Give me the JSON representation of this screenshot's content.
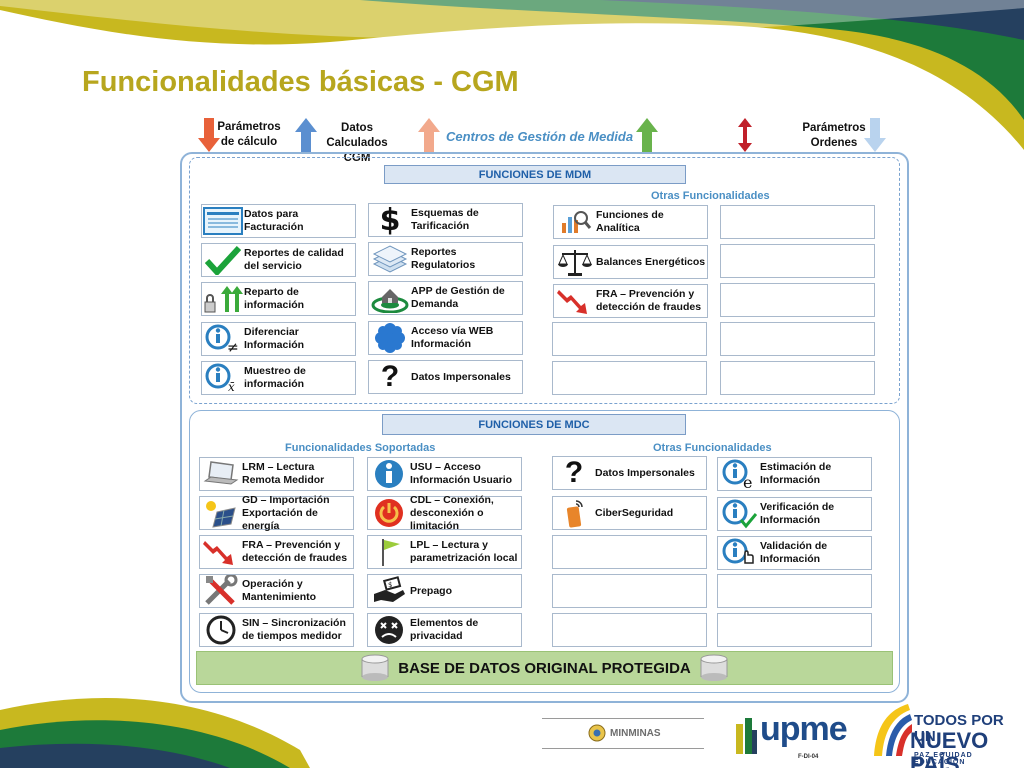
{
  "title": "Funcionalidades básicas - CGM",
  "arrows": {
    "param_calculo": "Parámetros de cálculo",
    "datos_calc": "Datos Calculados CGM",
    "centros": "Centros de Gestión de Medida",
    "param_ordenes": "Parámetros Ordenes"
  },
  "mdm": {
    "header": "FUNCIONES DE MDM",
    "otras": "Otras Funcionalidades",
    "col1": [
      {
        "label": "Datos para Facturación",
        "icon": "invoice-icon"
      },
      {
        "label": "Reportes de calidad del servicio",
        "icon": "checkmark-icon"
      },
      {
        "label": "Reparto de información",
        "icon": "lock-arrows-icon"
      },
      {
        "label": "Diferenciar Información",
        "icon": "info-not-equal-icon"
      },
      {
        "label": "Muestreo de información",
        "icon": "info-sample-icon"
      }
    ],
    "col2": [
      {
        "label": "Esquemas de Tarificación",
        "icon": "dollar-icon"
      },
      {
        "label": "Reportes Regulatorios",
        "icon": "stack-icon"
      },
      {
        "label": "APP de Gestión de Demanda",
        "icon": "house-target-icon"
      },
      {
        "label": "Acceso vía WEB Información",
        "icon": "cloud-icon"
      },
      {
        "label": "Datos Impersonales",
        "icon": "question-icon"
      }
    ],
    "col3": [
      {
        "label": "Funciones de Analítica",
        "icon": "analytics-icon"
      },
      {
        "label": "Balances Energéticos",
        "icon": "scale-icon"
      },
      {
        "label": "FRA – Prevención y detección de fraudes",
        "icon": "down-trend-icon"
      }
    ]
  },
  "mdc": {
    "header": "FUNCIONES DE MDC",
    "soportadas": "Funcionalidades Soportadas",
    "otras": "Otras Funcionalidades",
    "col1": [
      {
        "label": "LRM – Lectura Remota Medidor",
        "icon": "laptop-icon"
      },
      {
        "label": "GD – Importación Exportación de energía",
        "icon": "solar-panel-icon"
      },
      {
        "label": "FRA – Prevención y detección de fraudes",
        "icon": "down-trend-icon"
      },
      {
        "label": "Operación y Mantenimiento",
        "icon": "tools-icon"
      },
      {
        "label": "SIN – Sincronización de tiempos medidor",
        "icon": "clock-icon"
      }
    ],
    "col2": [
      {
        "label": "USU – Acceso Información Usuario",
        "icon": "info-icon"
      },
      {
        "label": "CDL – Conexión, desconexión o limitación",
        "icon": "power-button-icon"
      },
      {
        "label": "LPL – Lectura y parametrización local",
        "icon": "flag-icon"
      },
      {
        "label": "Prepago",
        "icon": "prepay-hand-icon"
      },
      {
        "label": "Elementos de privacidad",
        "icon": "privacy-face-icon"
      }
    ],
    "col3": [
      {
        "label": "Datos Impersonales",
        "icon": "question-icon"
      },
      {
        "label": "CiberSeguridad",
        "icon": "cyber-phone-icon"
      }
    ],
    "col4": [
      {
        "label": "Estimación de Información",
        "icon": "info-e-icon"
      },
      {
        "label": "Verificación de Información",
        "icon": "info-check-icon"
      },
      {
        "label": "Validación de Información",
        "icon": "info-hand-icon"
      }
    ]
  },
  "database": "BASE DE DATOS ORIGINAL PROTEGIDA",
  "footer": {
    "minminas": "MINMINAS",
    "upme": "upme",
    "upme_sub": "F-DI-04",
    "tpn_line1": "TODOS POR UN",
    "tpn_line2": "NUEVO PAÍS",
    "tpn_line3": "PAZ  EQUIDAD  EDUCACIÓN"
  },
  "colors": {
    "title": "#b7a61e",
    "accent_blue": "#4a8fc4",
    "db_green": "#b9d79a"
  }
}
